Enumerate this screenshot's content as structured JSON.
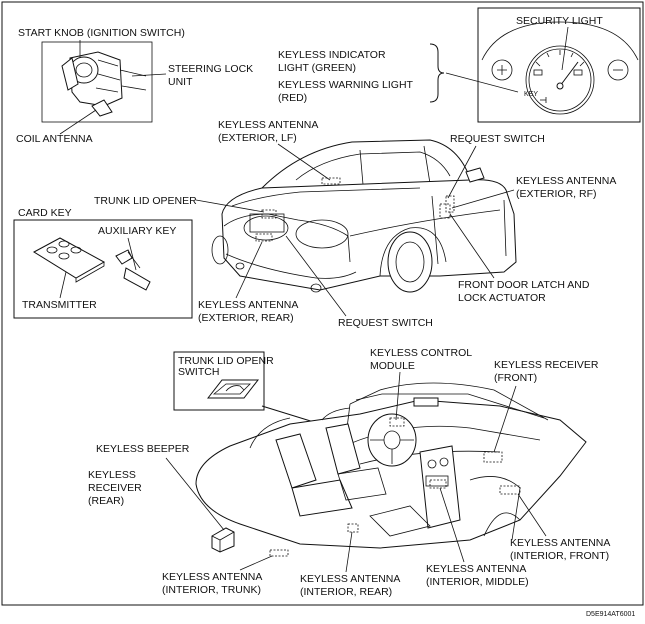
{
  "labels": {
    "start_knob": "START KNOB (IGNITION SWITCH)",
    "steering_lock_1": "STEERING LOCK",
    "steering_lock_2": "UNIT",
    "coil_antenna": "COIL ANTENNA",
    "keyless_indicator_1": "KEYLESS INDICATOR",
    "keyless_indicator_2": "LIGHT (GREEN)",
    "keyless_warning_1": "KEYLESS WARNING LIGHT",
    "keyless_warning_2": "(RED)",
    "security_light": "SECURITY LIGHT",
    "key_gauge": "KEY",
    "antenna_ext_lf_1": "KEYLESS ANTENNA",
    "antenna_ext_lf_2": "(EXTERIOR, LF)",
    "request_switch_top": "REQUEST SWITCH",
    "antenna_ext_rf_1": "KEYLESS ANTENNA",
    "antenna_ext_rf_2": "(EXTERIOR, RF)",
    "trunk_lid_opener": "TRUNK LID OPENER",
    "card_key": "CARD KEY",
    "auxiliary_key": "AUXILIARY KEY",
    "transmitter": "TRANSMITTER",
    "front_door_latch_1": "FRONT DOOR LATCH AND",
    "front_door_latch_2": "LOCK ACTUATOR",
    "antenna_ext_rear_1": "KEYLESS ANTENNA",
    "antenna_ext_rear_2": "(EXTERIOR, REAR)",
    "request_switch_bottom": "REQUEST SWITCH",
    "trunk_openr_switch_1": "TRUNK LID OPENR",
    "trunk_openr_switch_2": "SWITCH",
    "keyless_control_1": "KEYLESS CONTROL",
    "keyless_control_2": "MODULE",
    "keyless_receiver_front_1": "KEYLESS RECEIVER",
    "keyless_receiver_front_2": "(FRONT)",
    "keyless_beeper": "KEYLESS BEEPER",
    "keyless_receiver_rear_1": "KEYLESS",
    "keyless_receiver_rear_2": "RECEIVER",
    "keyless_receiver_rear_3": "(REAR)",
    "antenna_int_front_1": "KEYLESS ANTENNA",
    "antenna_int_front_2": "(INTERIOR, FRONT)",
    "antenna_int_middle_1": "KEYLESS ANTENNA",
    "antenna_int_middle_2": "(INTERIOR, MIDDLE)",
    "antenna_int_trunk_1": "KEYLESS ANTENNA",
    "antenna_int_trunk_2": "(INTERIOR, TRUNK)",
    "antenna_int_rear_1": "KEYLESS ANTENNA",
    "antenna_int_rear_2": "(INTERIOR, REAR)",
    "figure_code": "D5E914AT6001"
  },
  "colors": {
    "line": "#111111",
    "background": "#ffffff"
  }
}
